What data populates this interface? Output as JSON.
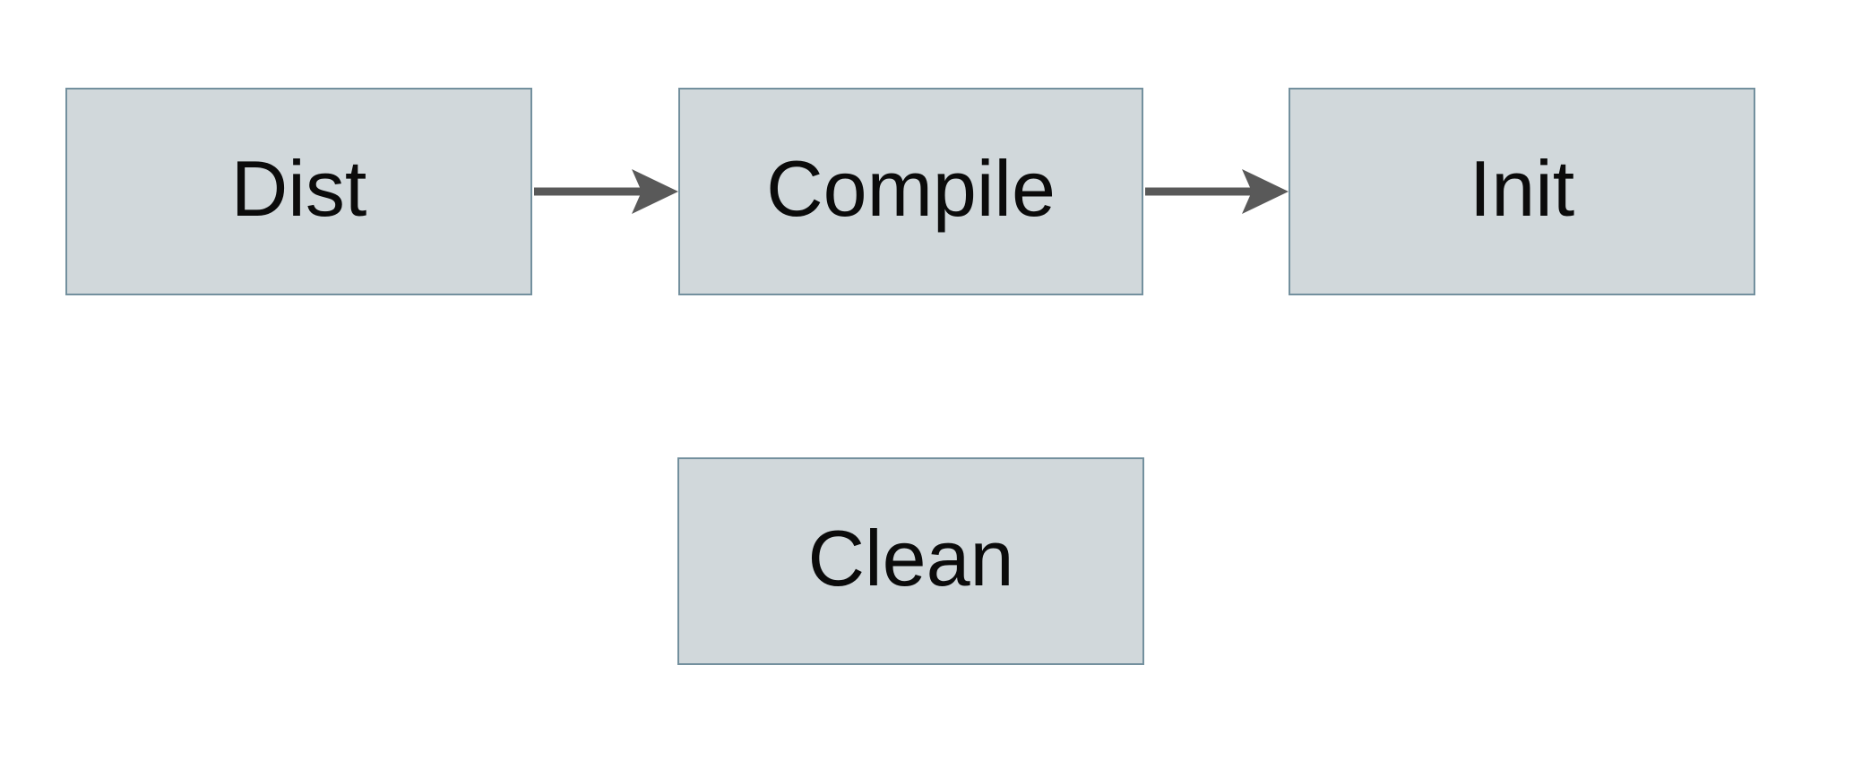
{
  "colors": {
    "canvas-bg": "#ffffff",
    "node-fill": "#d1d8db",
    "node-border": "#73909e",
    "arrow-color": "#595959",
    "label-color": "#0b0b0b"
  },
  "diagram": {
    "type": "flowchart",
    "nodes": [
      {
        "id": "dist",
        "label": "Dist"
      },
      {
        "id": "compile",
        "label": "Compile"
      },
      {
        "id": "init",
        "label": "Init"
      },
      {
        "id": "clean",
        "label": "Clean"
      }
    ],
    "edges": [
      {
        "from": "Dist",
        "to": "Compile",
        "style": "solid-arrow-right"
      },
      {
        "from": "Compile",
        "to": "Init",
        "style": "solid-arrow-right"
      }
    ]
  }
}
